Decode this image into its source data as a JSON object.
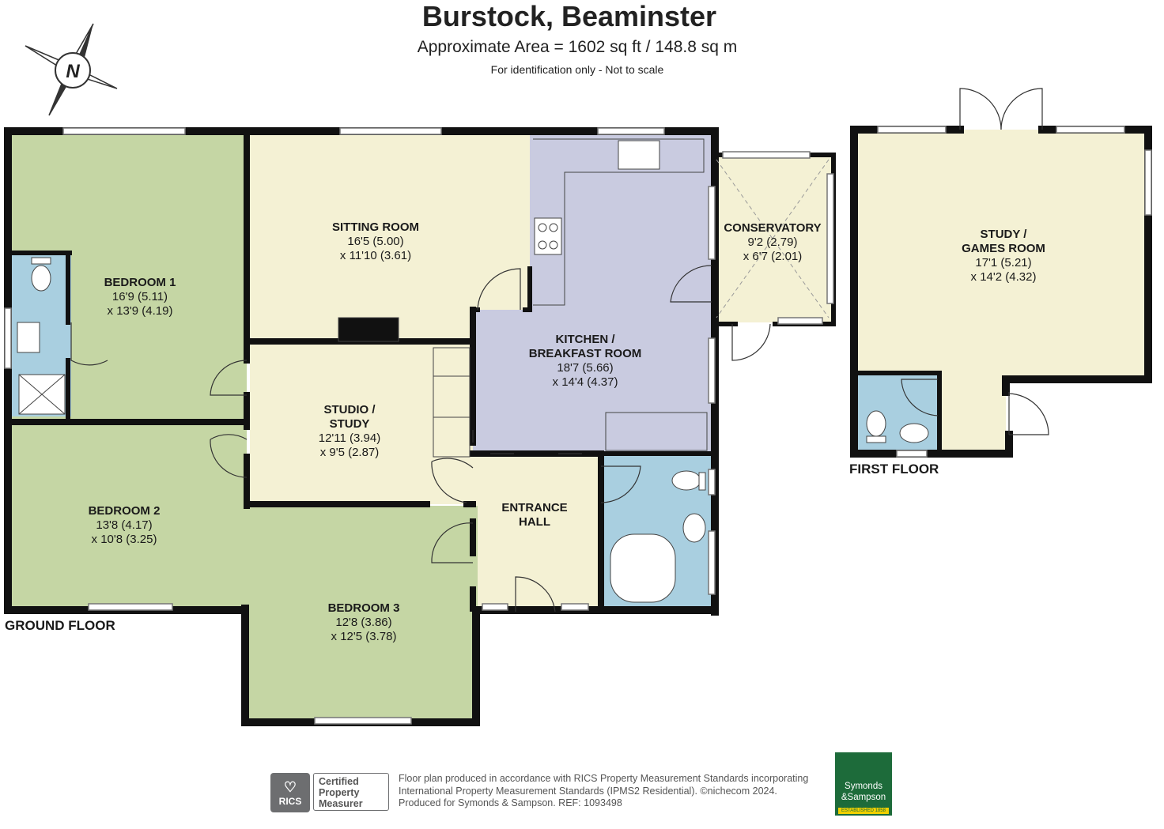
{
  "header": {
    "title": "Burstock, Beaminster",
    "subtitle": "Approximate Area = 1602 sq ft / 148.8 sq m",
    "note": "For identification only - Not to scale"
  },
  "compass": {
    "label": "N"
  },
  "colors": {
    "bedroom": "#c5d6a4",
    "living": "#f4f1d4",
    "kitchen": "#c9cbe0",
    "bathroom": "#a9cfe0",
    "wall": "#111111",
    "agent": "#1d6b3a"
  },
  "floors": {
    "ground": "GROUND FLOOR",
    "first": "FIRST FLOOR"
  },
  "rooms": {
    "bedroom1": {
      "name": "BEDROOM 1",
      "dim1": "16'9 (5.11)",
      "dim2": "x 13'9 (4.19)"
    },
    "sitting": {
      "name": "SITTING ROOM",
      "dim1": "16'5 (5.00)",
      "dim2": "x 11'10 (3.61)"
    },
    "conservatory": {
      "name": "CONSERVATORY",
      "dim1": "9'2 (2.79)",
      "dim2": "x 6'7 (2.01)"
    },
    "kitchen": {
      "name1": "KITCHEN /",
      "name2": "BREAKFAST ROOM",
      "dim1": "18'7 (5.66)",
      "dim2": "x 14'4 (4.37)"
    },
    "studio": {
      "name1": "STUDIO /",
      "name2": "STUDY",
      "dim1": "12'11 (3.94)",
      "dim2": "x 9'5 (2.87)"
    },
    "bedroom2": {
      "name": "BEDROOM 2",
      "dim1": "13'8 (4.17)",
      "dim2": "x 10'8 (3.25)"
    },
    "hall": {
      "name1": "ENTRANCE",
      "name2": "HALL"
    },
    "bedroom3": {
      "name": "BEDROOM 3",
      "dim1": "12'8 (3.86)",
      "dim2": "x 12'5 (3.78)"
    },
    "games": {
      "name1": "STUDY /",
      "name2": "GAMES ROOM",
      "dim1": "17'1 (5.21)",
      "dim2": "x 14'2 (4.32)"
    }
  },
  "footer": {
    "line1": "Floor plan produced in accordance with RICS Property Measurement Standards incorporating",
    "line2": "International Property Measurement Standards (IPMS2 Residential).  ©nichecom 2024.",
    "line3": "Produced for Symonds & Sampson.   REF: 1093498",
    "rics": "RICS",
    "badge1": "Certified",
    "badge2": "Property",
    "badge3": "Measurer",
    "agent1": "Symonds",
    "agent2": "&Sampson",
    "agent3": "ESTABLISHED 1858"
  }
}
